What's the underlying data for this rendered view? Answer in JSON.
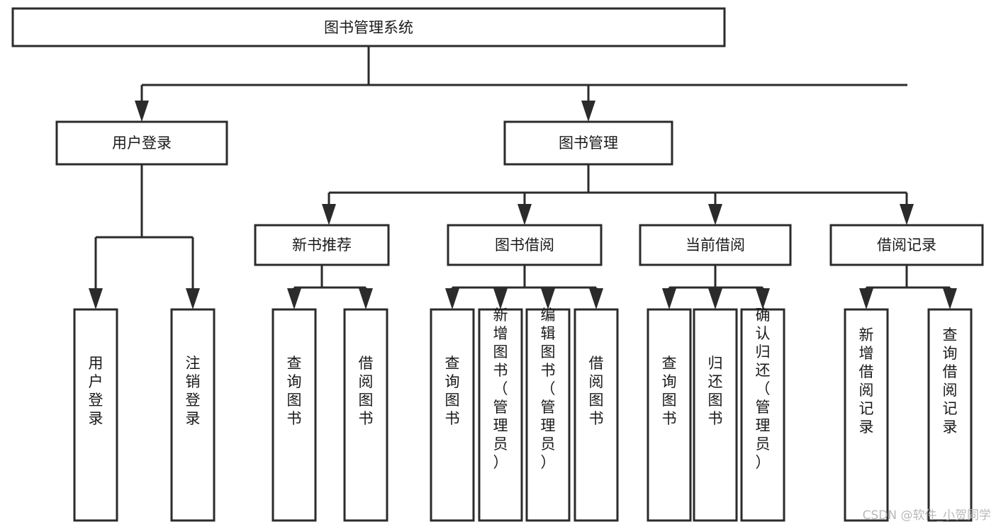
{
  "diagram": {
    "title": "图书管理系统",
    "type": "tree-hierarchy-diagram",
    "colors": {
      "background": "#ffffff",
      "box_fill": "#ffffff",
      "line": "#2b2b2b",
      "text": "#1a1a1a",
      "watermark": "#b9b9b9"
    },
    "root": {
      "label": "图书管理系统"
    },
    "level2": [
      {
        "label": "用户登录"
      },
      {
        "label": "图书管理"
      }
    ],
    "level3": [
      {
        "label": "新书推荐"
      },
      {
        "label": "图书借阅"
      },
      {
        "label": "当前借阅"
      },
      {
        "label": "借阅记录"
      }
    ],
    "leaves": {
      "user_login": [
        {
          "label": "用户登录"
        },
        {
          "label": "注销登录"
        }
      ],
      "new_book_recommend": [
        {
          "label": "查询图书"
        },
        {
          "label": "借阅图书"
        }
      ],
      "book_borrow": [
        {
          "label": "查询图书"
        },
        {
          "label": "新增图书（管理员）"
        },
        {
          "label": "编辑图书（管理员）"
        },
        {
          "label": "借阅图书"
        }
      ],
      "current_borrow": [
        {
          "label": "查询图书"
        },
        {
          "label": "归还图书"
        },
        {
          "label": "确认归还（管理员）"
        }
      ],
      "borrow_record": [
        {
          "label": "新增借阅记录"
        },
        {
          "label": "查询借阅记录"
        }
      ]
    },
    "watermark": {
      "text": "CSDN @软件_小贺同学"
    }
  }
}
